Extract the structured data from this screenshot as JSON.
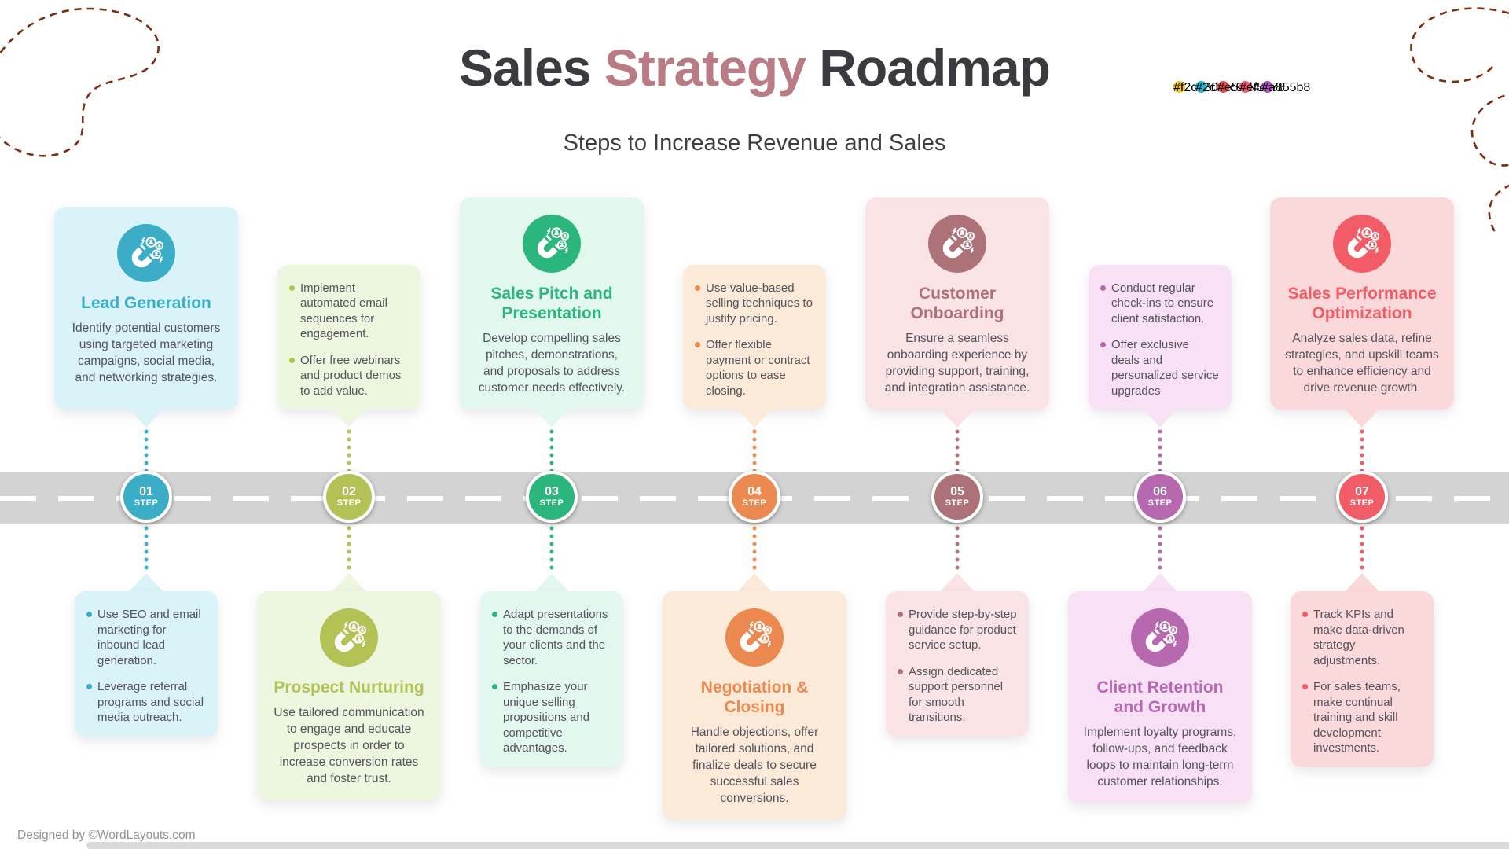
{
  "header": {
    "title_prefix": "Sales",
    "title_highlight": "Strategy",
    "title_suffix": "Roadmap",
    "subtitle": "Steps to Increase Revenue and Sales",
    "title_color": "#3b3a3e",
    "highlight_color": "#b97b84",
    "subtitle_color": "#3e3d41",
    "dot_colors": [
      "#f2c230",
      "#2cb4c9",
      "#e54d4d",
      "#ef5a78",
      "#a855b8"
    ]
  },
  "decor": {
    "squiggle_color": "#7c2d12"
  },
  "road": {
    "color": "#d3d3d3",
    "dash_color": "#ffffff"
  },
  "footer": {
    "credit": "Designed by ©WordLayouts.com"
  },
  "steps": [
    {
      "number": "01",
      "label": "STEP",
      "side": "top",
      "accent": "#3badc7",
      "card_bg": "#d9f3f8",
      "icon": "magnet-attracting-customers-icon",
      "title": "Lead Generation",
      "description": "Identify potential customers using targeted marketing campaigns, social media, and networking strategies.",
      "bullets": [
        "Use SEO and email marketing for inbound lead generation.",
        "Leverage referral programs and social media outreach."
      ]
    },
    {
      "number": "02",
      "label": "STEP",
      "side": "bottom",
      "accent": "#b3c155",
      "card_bg": "#edf7e0",
      "icon": "magnet-attracting-customers-icon",
      "title": "Prospect Nurturing",
      "description": "Use tailored communication to engage and educate prospects in order to increase conversion rates and foster trust.",
      "bullets": [
        "Implement automated email sequences for engagement.",
        "Offer free webinars and product demos to add value."
      ]
    },
    {
      "number": "03",
      "label": "STEP",
      "side": "top",
      "accent": "#2bb67d",
      "card_bg": "#e2f8ef",
      "icon": "magnet-attracting-customers-icon",
      "title": "Sales Pitch and Presentation",
      "description": "Develop compelling sales pitches, demonstrations, and proposals to address customer needs effectively.",
      "bullets": [
        "Adapt presentations to the demands of your clients and the sector.",
        "Emphasize your unique selling propositions and competitive advantages."
      ]
    },
    {
      "number": "04",
      "label": "STEP",
      "side": "bottom",
      "accent": "#ec8950",
      "card_bg": "#fcead9",
      "icon": "magnet-attracting-customers-icon",
      "title": "Negotiation & Closing",
      "description": "Handle objections, offer tailored solutions, and finalize deals to secure successful sales conversions.",
      "bullets": [
        "Use value-based selling techniques to justify pricing.",
        "Offer flexible payment or contract options to ease closing."
      ]
    },
    {
      "number": "05",
      "label": "STEP",
      "side": "top",
      "accent": "#ad7178",
      "card_bg": "#f9e3e4",
      "icon": "magnet-attracting-customers-icon",
      "title": "Customer Onboarding",
      "description": "Ensure a seamless onboarding experience by providing support, training, and integration assistance.",
      "bullets": [
        "Provide step-by-step guidance for product service setup.",
        "Assign dedicated support personnel for smooth transitions."
      ]
    },
    {
      "number": "06",
      "label": "STEP",
      "side": "bottom",
      "accent": "#b769b0",
      "card_bg": "#f8e1f4",
      "icon": "magnet-attracting-customers-icon",
      "title": "Client Retention and Growth",
      "description": "Implement loyalty programs, follow-ups, and feedback loops to maintain long-term customer relationships.",
      "bullets": [
        "Conduct regular check-ins to ensure client satisfaction.",
        "Offer exclusive deals and personalized service upgrades"
      ]
    },
    {
      "number": "07",
      "label": "STEP",
      "side": "top",
      "accent": "#f25c66",
      "card_bg": "#fbd9db",
      "icon": "magnet-attracting-customers-icon",
      "title": "Sales Performance Optimization",
      "description": "Analyze sales data, refine strategies, and upskill teams to enhance efficiency and drive revenue growth.",
      "bullets": [
        "Track KPIs and make data-driven strategy adjustments.",
        "For sales teams, make continual training and skill development investments."
      ]
    }
  ]
}
